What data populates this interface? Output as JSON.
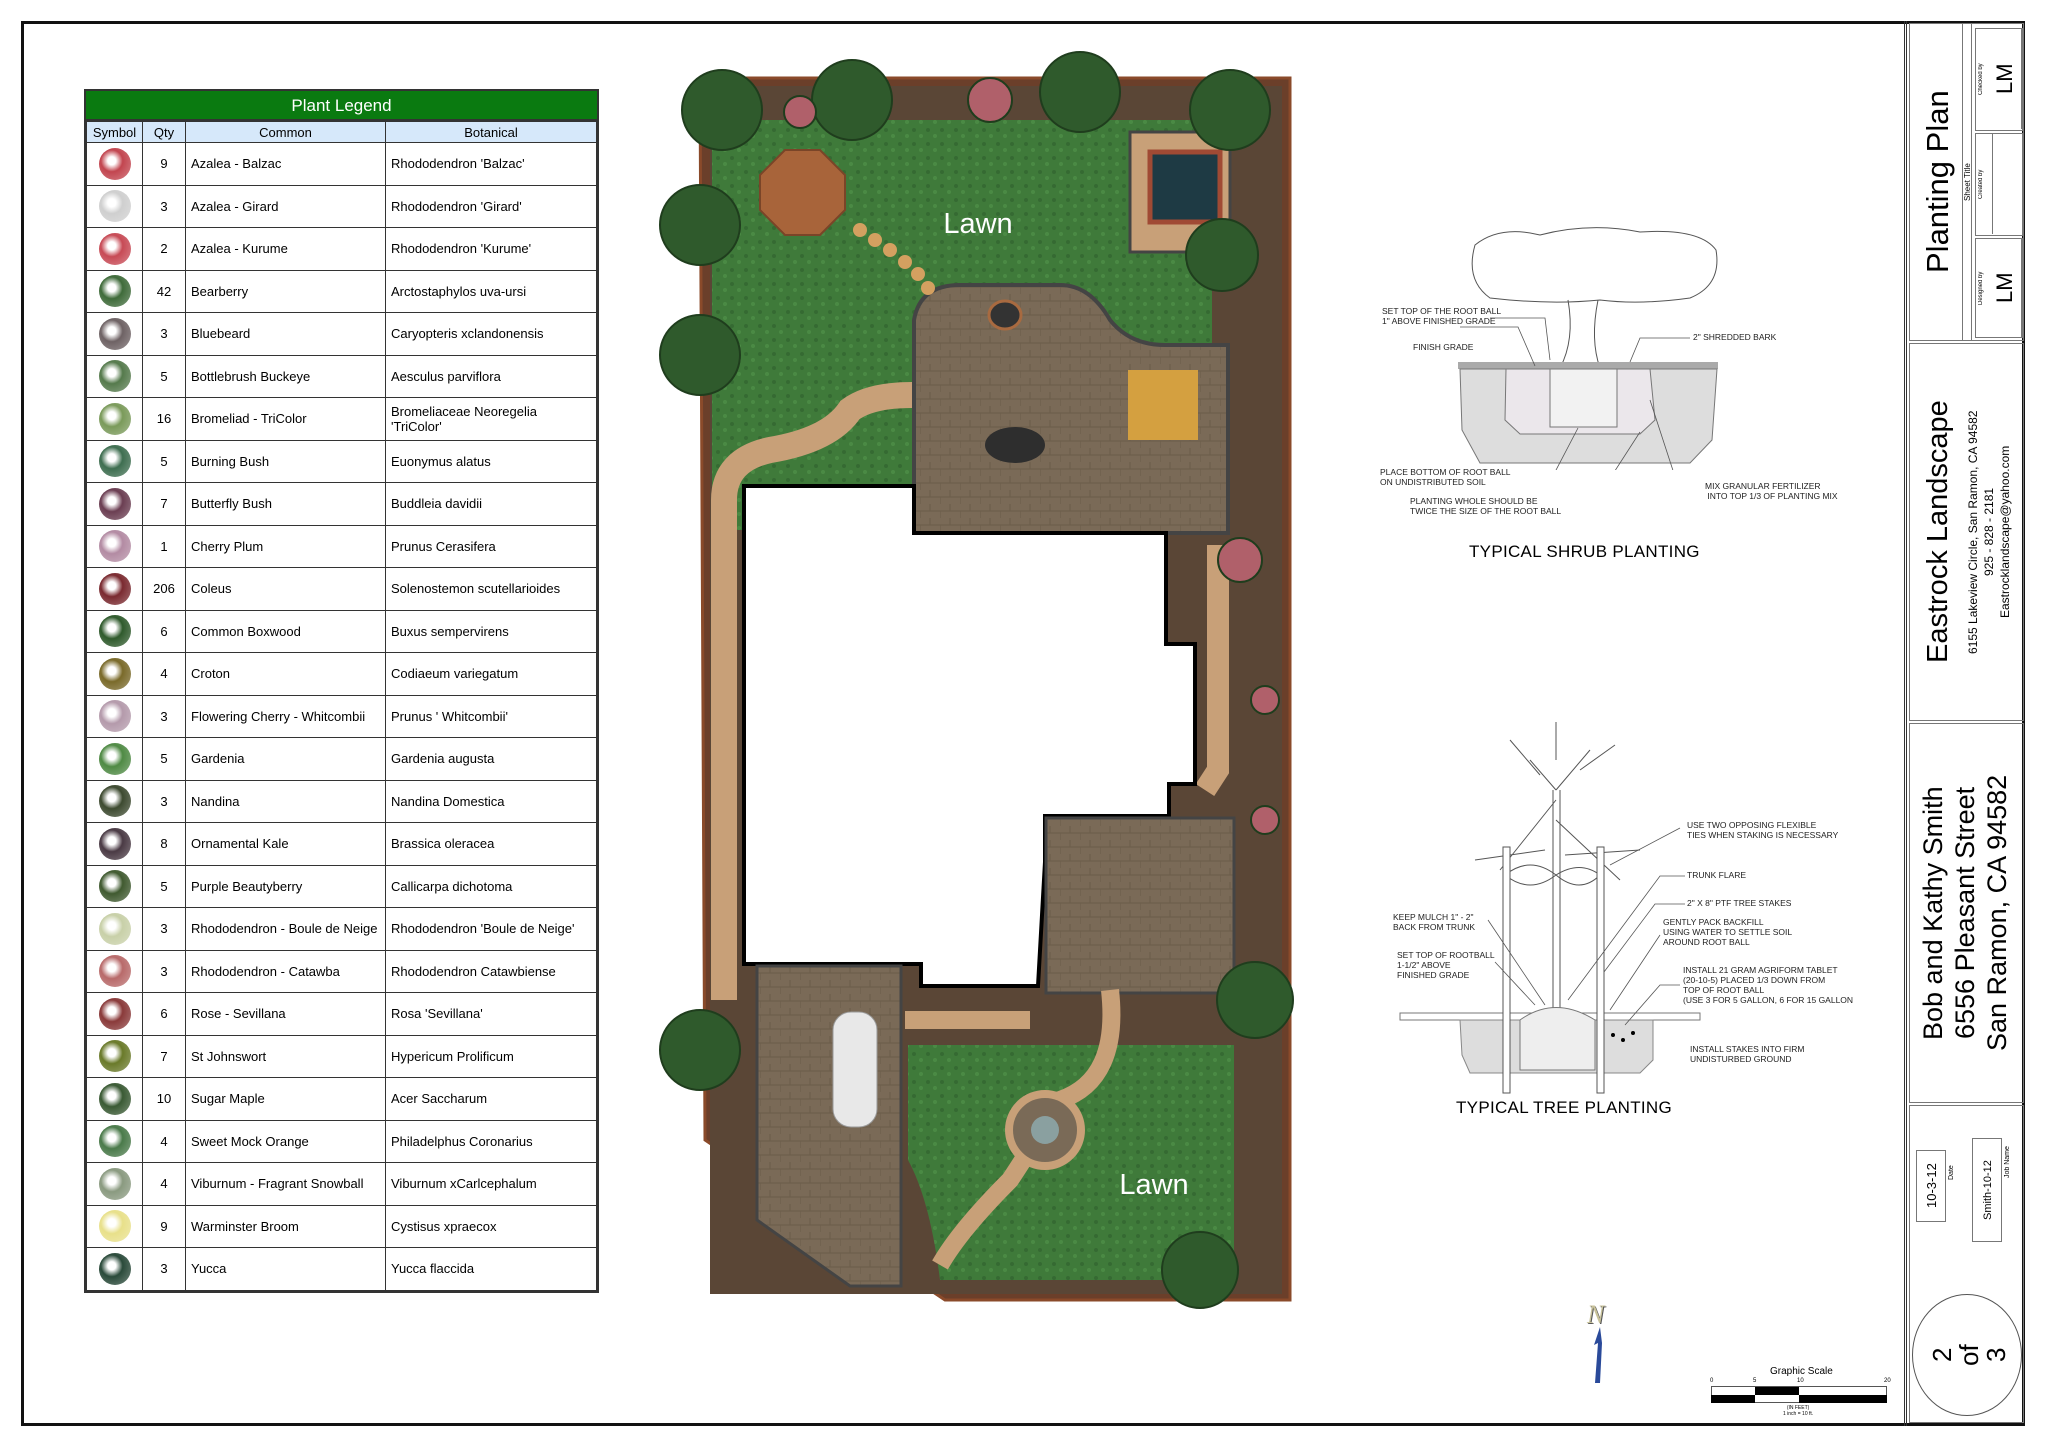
{
  "legend": {
    "title": "Plant Legend",
    "headers": [
      "Symbol",
      "Qty",
      "Common",
      "Botanical"
    ],
    "rows": [
      {
        "qty": "9",
        "common": "Azalea - Balzac",
        "botanical": "Rhododendron 'Balzac'",
        "color": "#c2454f"
      },
      {
        "qty": "3",
        "common": "Azalea - Girard",
        "botanical": "Rhododendron 'Girard'",
        "color": "#cfcfcf"
      },
      {
        "qty": "2",
        "common": "Azalea - Kurume",
        "botanical": "Rhododendron 'Kurume'",
        "color": "#c74a55"
      },
      {
        "qty": "42",
        "common": "Bearberry",
        "botanical": "Arctostaphylos uva-ursi",
        "color": "#3f6b3a"
      },
      {
        "qty": "3",
        "common": "Bluebeard",
        "botanical": "Caryopteris xclandonensis",
        "color": "#6e6264"
      },
      {
        "qty": "5",
        "common": "Bottlebrush Buckeye",
        "botanical": "Aesculus parviflora",
        "color": "#557a4c"
      },
      {
        "qty": "16",
        "common": "Bromeliad - TriColor",
        "botanical": "Bromeliaceae Neoregelia 'TriColor'",
        "color": "#7a9a5a"
      },
      {
        "qty": "5",
        "common": "Burning Bush",
        "botanical": "Euonymus alatus",
        "color": "#3e6e50"
      },
      {
        "qty": "7",
        "common": "Butterfly Bush",
        "botanical": "Buddleia davidii",
        "color": "#6b3e52"
      },
      {
        "qty": "1",
        "common": "Cherry Plum",
        "botanical": "Prunus Cerasifera",
        "color": "#b38ba3"
      },
      {
        "qty": "206",
        "common": "Coleus",
        "botanical": "Solenostemon scutellarioides",
        "color": "#7a2a30"
      },
      {
        "qty": "6",
        "common": "Common Boxwood",
        "botanical": "Buxus sempervirens",
        "color": "#2f5a2c"
      },
      {
        "qty": "4",
        "common": "Croton",
        "botanical": "Codiaeum variegatum",
        "color": "#7a6a2a"
      },
      {
        "qty": "3",
        "common": "Flowering Cherry - Whitcombii",
        "botanical": "Prunus ' Whitcombii'",
        "color": "#b49aab"
      },
      {
        "qty": "5",
        "common": "Gardenia",
        "botanical": "Gardenia augusta",
        "color": "#4f8a44"
      },
      {
        "qty": "3",
        "common": "Nandina",
        "botanical": "Nandina Domestica",
        "color": "#3d4a30"
      },
      {
        "qty": "8",
        "common": "Ornamental Kale",
        "botanical": "Brassica oleracea",
        "color": "#4a3a44"
      },
      {
        "qty": "5",
        "common": "Purple Beautyberry",
        "botanical": "Callicarpa dichotoma",
        "color": "#405a30"
      },
      {
        "qty": "3",
        "common": "Rhododendron - Boule de Neige",
        "botanical": "Rhododendron 'Boule de Neige'",
        "color": "#c8d0a8"
      },
      {
        "qty": "3",
        "common": "Rhododendron - Catawba",
        "botanical": "Rhododendron Catawbiense",
        "color": "#b86a6a"
      },
      {
        "qty": "6",
        "common": "Rose - Sevillana",
        "botanical": "Rosa 'Sevillana'",
        "color": "#8a3a3a"
      },
      {
        "qty": "7",
        "common": "St Johnswort",
        "botanical": "Hypericum Prolificum",
        "color": "#6a7a2a"
      },
      {
        "qty": "10",
        "common": "Sugar Maple",
        "botanical": "Acer Saccharum",
        "color": "#3a5a34"
      },
      {
        "qty": "4",
        "common": "Sweet Mock Orange",
        "botanical": "Philadelphus Coronarius",
        "color": "#4a7a4a"
      },
      {
        "qty": "4",
        "common": "Viburnum - Fragrant Snowball",
        "botanical": "Viburnum xCarlcephalum",
        "color": "#8a9a80"
      },
      {
        "qty": "9",
        "common": "Warminster Broom",
        "botanical": "Cystisus xpraecox",
        "color": "#e8e08a"
      },
      {
        "qty": "3",
        "common": "Yucca",
        "botanical": "Yucca flaccida",
        "color": "#2a4a3a"
      }
    ]
  },
  "plan": {
    "lawn_top": "Lawn",
    "lawn_bottom": "Lawn",
    "north": "N",
    "colors": {
      "lawn": "#3f7a3a",
      "patio": "#7a6a55",
      "path": "#c8a078",
      "border": "#8a4a2a",
      "tree": "#2f5a2c"
    }
  },
  "shrub_detail": {
    "title": "TYPICAL SHRUB PLANTING",
    "notes": {
      "set_top": "SET TOP OF THE ROOT BALL\n1\" ABOVE FINISHED GRADE",
      "finish_grade": "FINISH GRADE",
      "bark": "2\" SHREDDED BARK",
      "place_bottom": "PLACE BOTTOM OF ROOT BALL\nON UNDISTRIBUTED SOIL",
      "planting_whole": "PLANTING WHOLE SHOULD BE\nTWICE THE SIZE OF THE ROOT BALL",
      "fertilizer": "MIX GRANULAR FERTILIZER\n INTO TOP 1/3 OF PLANTING MIX"
    }
  },
  "tree_detail": {
    "title": "TYPICAL TREE PLANTING",
    "notes": {
      "ties": "USE TWO OPPOSING FLEXIBLE\nTIES WHEN STAKING IS NECESSARY",
      "trunk_flare": "TRUNK FLARE",
      "stakes": "2\" X 8\" PTF TREE STAKES",
      "backfill": "GENTLY PACK BACKFILL\nUSING WATER TO SETTLE SOIL\nAROUND ROOT BALL",
      "tablet": "INSTALL 21 GRAM AGRIFORM TABLET\n(20-10-5) PLACED 1/3 DOWN FROM\nTOP OF ROOT BALL\n(USE 3 FOR 5 GALLON, 6 FOR 15 GALLON",
      "install_stakes": "INSTALL STAKES INTO FIRM\nUNDISTURBED GROUND",
      "mulch": "KEEP MULCH 1\" - 2\"\nBACK FROM TRUNK",
      "rootball": "SET TOP OF ROOTBALL\n1-1/2\" ABOVE\nFINISHED GRADE"
    }
  },
  "scale": {
    "title": "Graphic Scale",
    "ticks": [
      "0",
      "5",
      "10",
      "20"
    ],
    "units": "(IN FEET)",
    "ratio": "1 inch = 10 ft."
  },
  "title_block": {
    "sheet_title": "Planting Plan",
    "sheet_title_label": "Sheet Title",
    "designed_by_label": "Designed by",
    "designed_by": "LM",
    "created_by_label": "Created by",
    "created_by": "",
    "checked_by_label": "Checked by",
    "checked_by": "LM",
    "company": "Eastrock Landscape",
    "company_address": "6155 Lakeview Circle, San Ramon, CA  94582",
    "company_phone": "925 - 828 - 2181",
    "company_email": "Eastrocklandscape@yahoo.com",
    "client_name": "Bob and Kathy Smith",
    "client_street": "6556 Pleasant Street",
    "client_city": "San Ramon, CA  94582",
    "date_label": "Date",
    "date": "10-3-12",
    "job_name_label": "Job Name",
    "job_name": "Smith-10-12",
    "sheet_number": "2",
    "sheet_of": "of",
    "sheet_total": "3"
  }
}
